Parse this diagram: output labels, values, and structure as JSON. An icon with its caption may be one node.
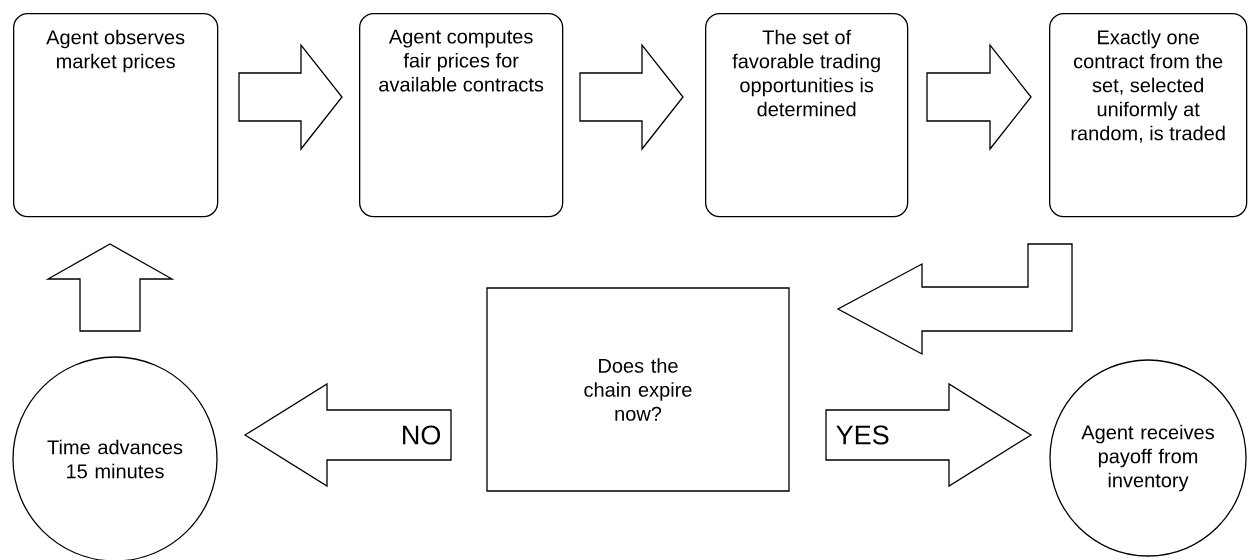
{
  "diagram": {
    "nodes": [
      {
        "text": [
          "Agent observes market prices"
        ]
      },
      {
        "text": [
          "Agent computes fair prices for available contracts"
        ]
      },
      {
        "text": [
          "The set of favorable trading opportunities is determined"
        ]
      },
      {
        "text": [
          "Exactly one contract from the set, selected uniformly at random, is traded"
        ]
      },
      {
        "text": [
          "Does the chain expire now?"
        ]
      },
      {
        "text": [
          "Time advances 15 minutes"
        ]
      },
      {
        "text": [
          "Agent receives payoff from inventory"
        ]
      }
    ],
    "edges": [
      {
        "from": 0,
        "to": 1,
        "arrow": "to"
      },
      {
        "from": 1,
        "to": 2,
        "arrow": "to"
      },
      {
        "from": 2,
        "to": 3,
        "arrow": "to"
      },
      {
        "from": 3,
        "to": 4,
        "arrow": "to"
      },
      {
        "from": 4,
        "to": 5,
        "arrow": "to",
        "label": "NO"
      },
      {
        "from": 4,
        "to": 6,
        "arrow": "to",
        "label": "YES"
      },
      {
        "from": 5,
        "to": 0,
        "arrow": "to"
      }
    ]
  }
}
